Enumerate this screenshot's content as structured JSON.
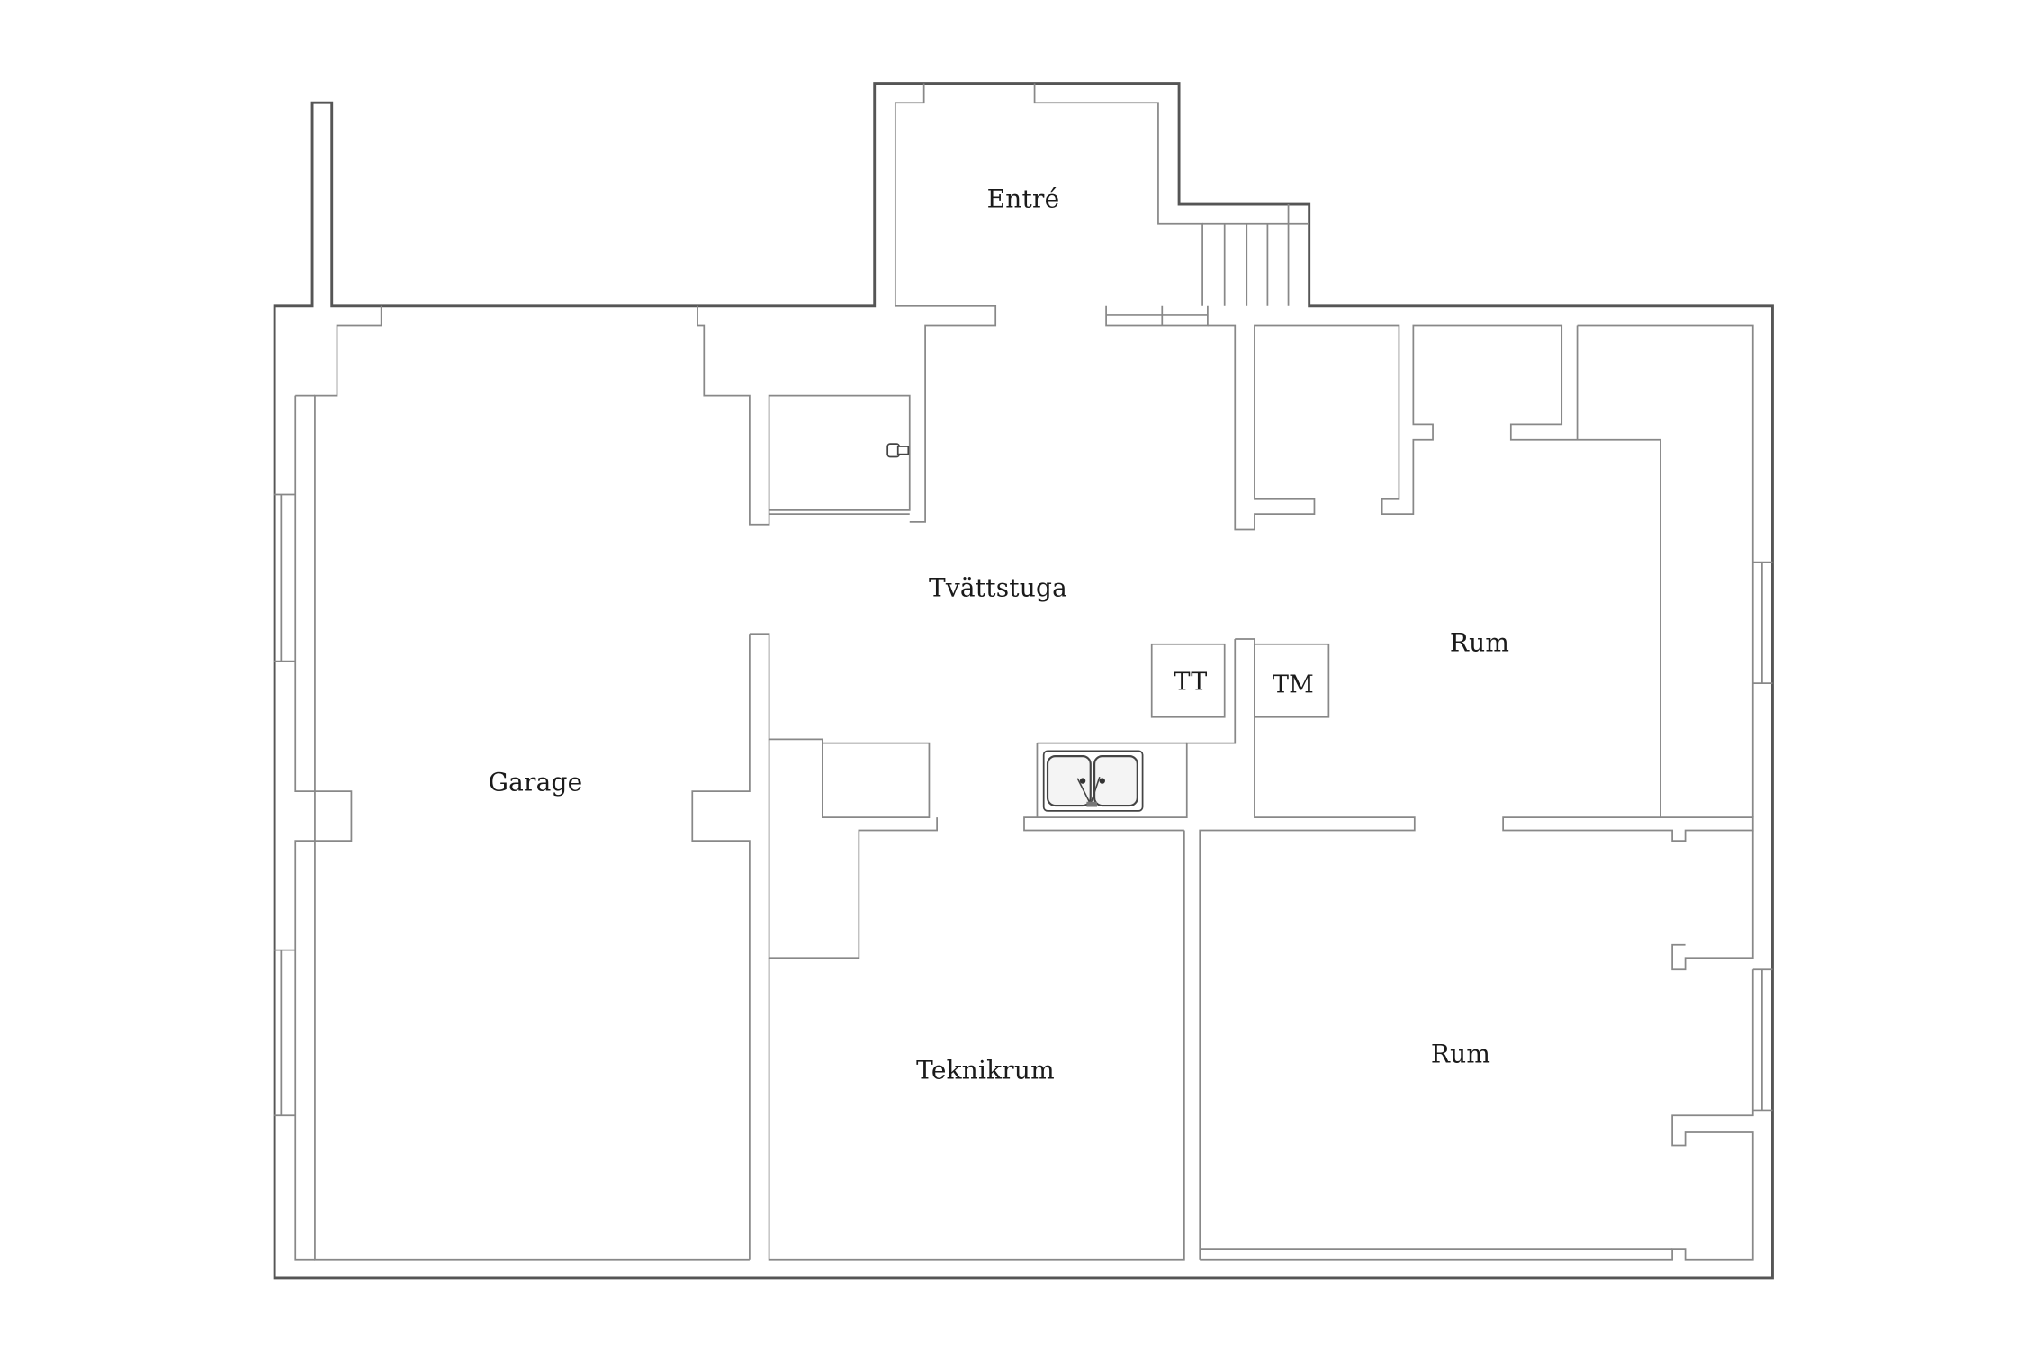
{
  "floorplan": {
    "rooms": {
      "entre": "Entré",
      "tvattstuga": "Tvättstuga",
      "garage": "Garage",
      "rum_upper": "Rum",
      "rum_lower": "Rum",
      "teknikrum": "Teknikrum"
    },
    "appliances": {
      "tumble_dryer": "TT",
      "washing_machine": "TM"
    }
  }
}
